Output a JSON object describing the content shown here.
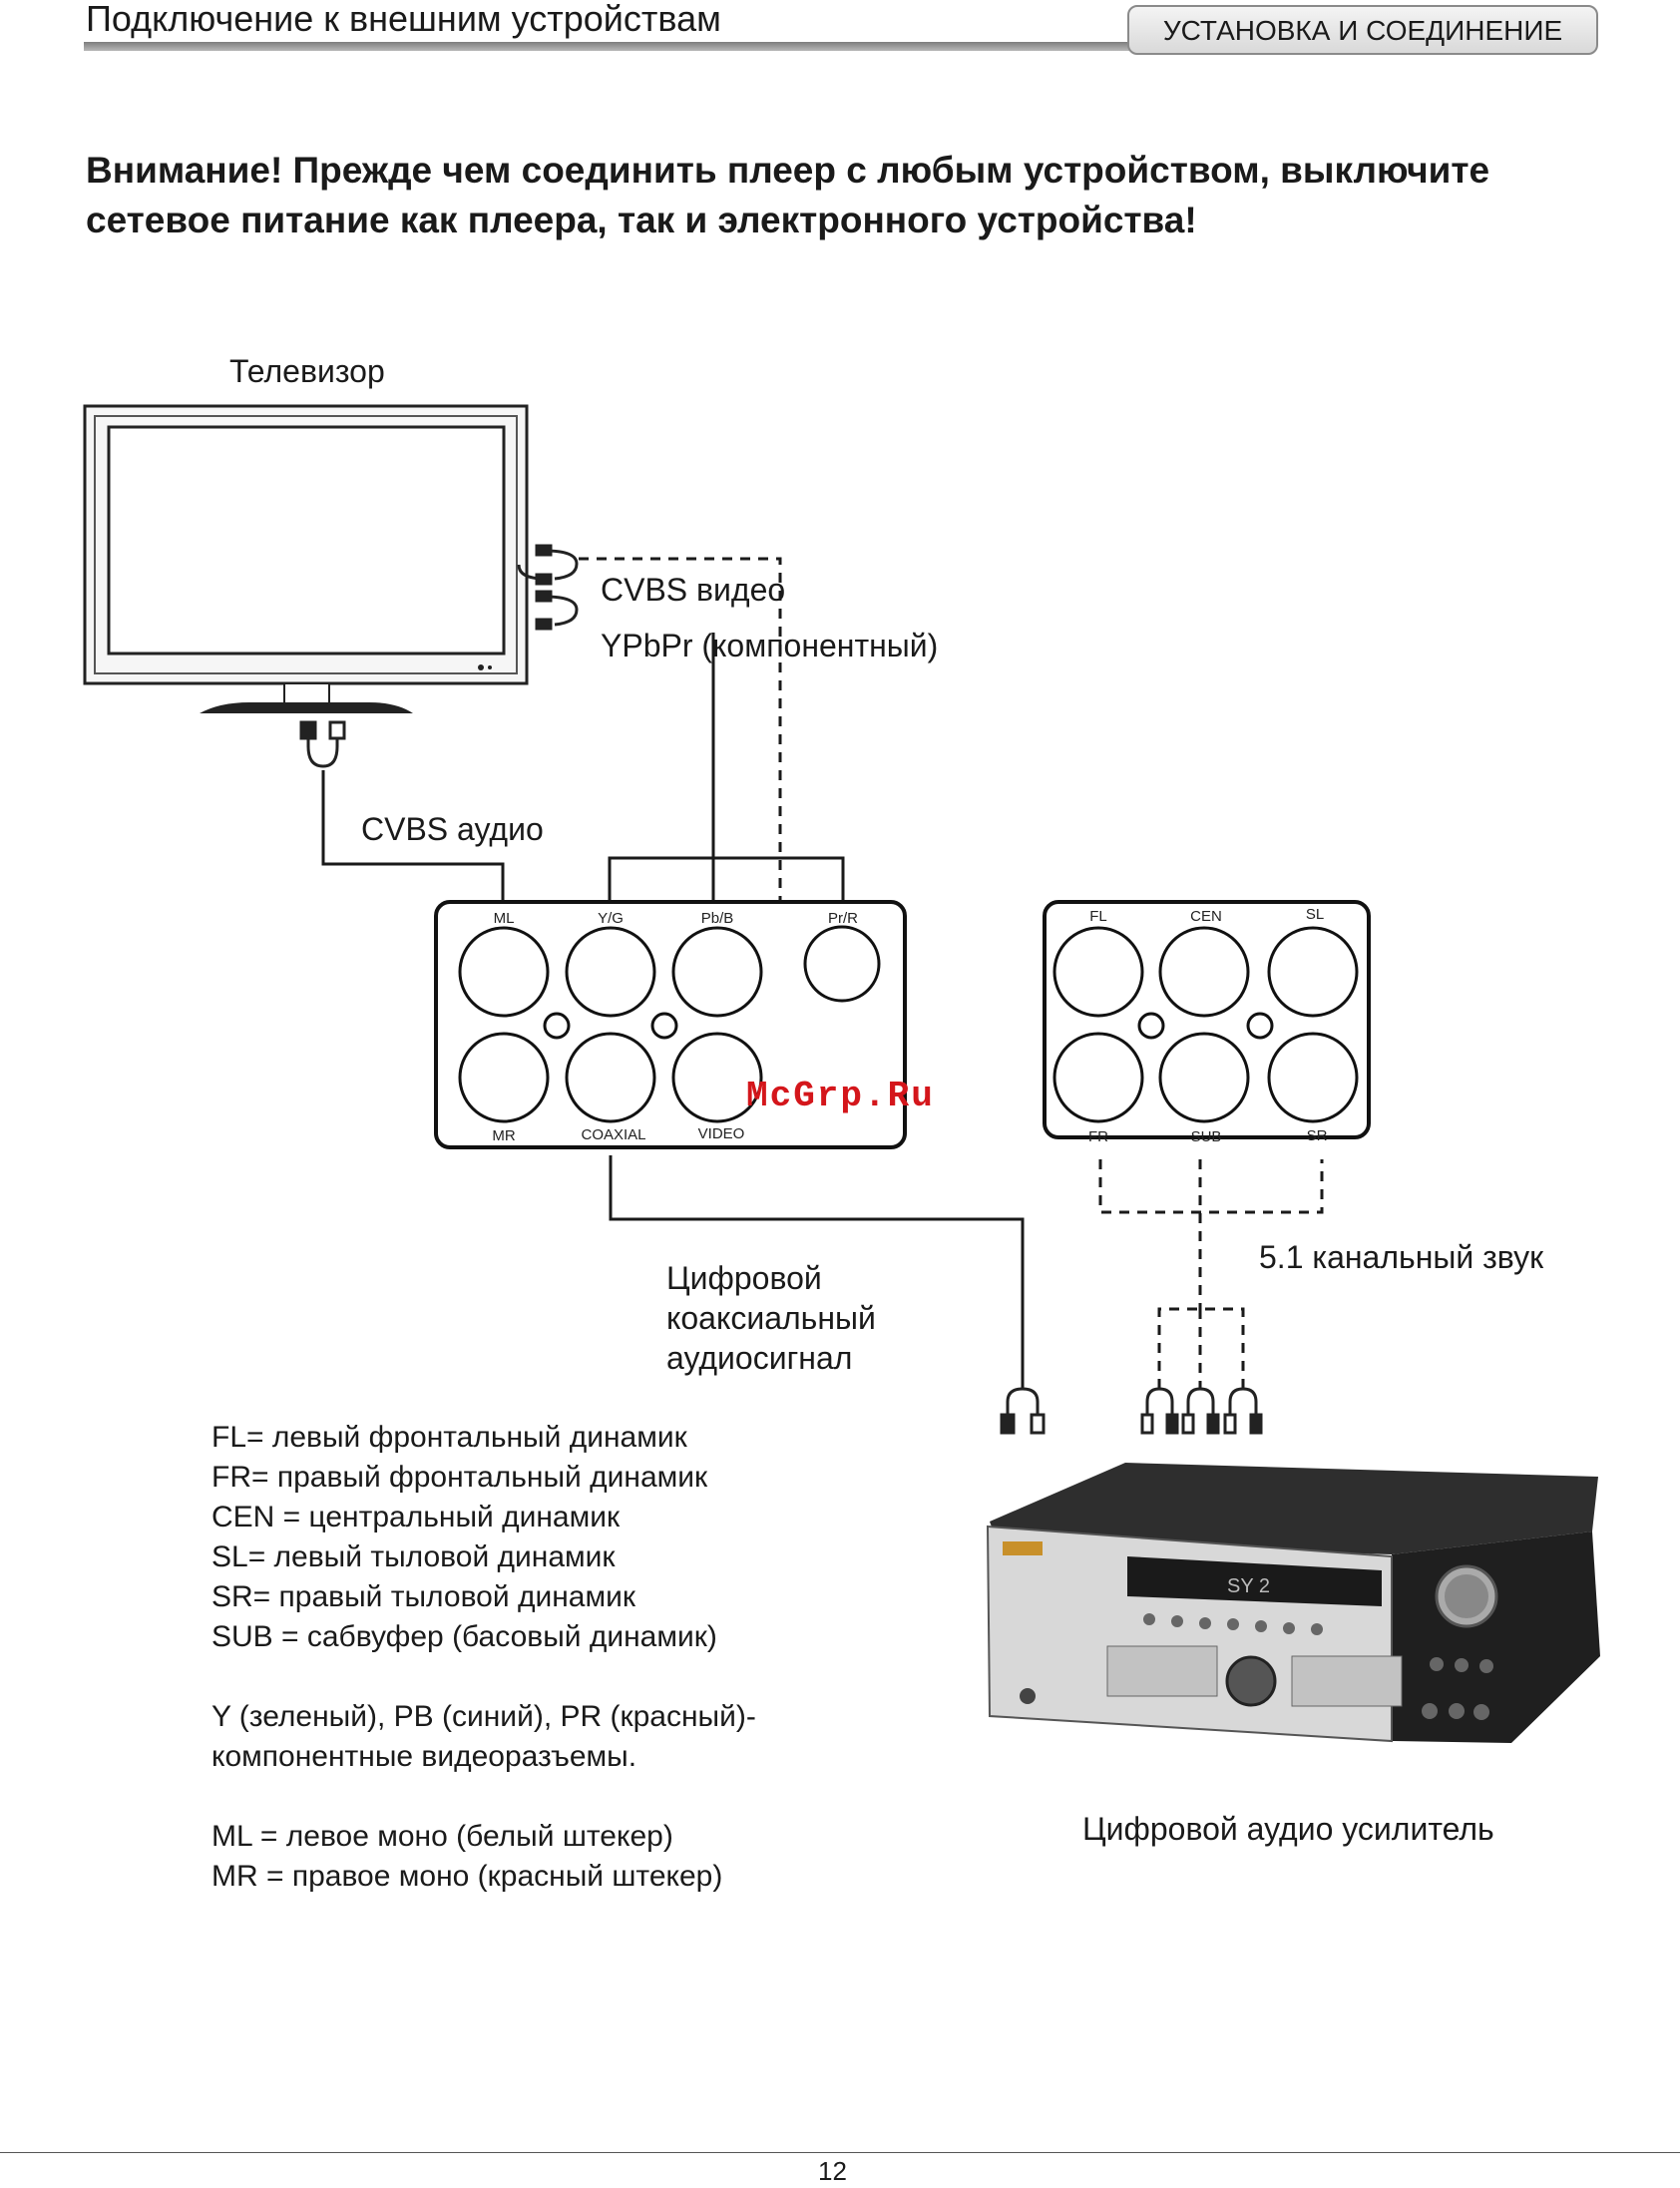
{
  "header": {
    "title": "Подключение к внешним устройствам",
    "section_tab": "УСТАНОВКА И СОЕДИНЕНИЕ"
  },
  "warning": "Внимание! Прежде чем соединить плеер с любым устройством, выключите сетевое питание как плеера, так и электронного устройства!",
  "diagram": {
    "tv_label": "Телевизор",
    "cvbs_video_label": "CVBS видео",
    "ypbpr_label": "YPbPr (компонентный)",
    "cvbs_audio_label": "CVBS аудио",
    "coaxial_label_lines": [
      "Цифровой",
      "коаксиальный",
      "аудиосигнал"
    ],
    "surround_label": "5.1 канальный звук",
    "amplifier_label": "Цифровой аудио усилитель",
    "left_panel_jacks": {
      "top": [
        "ML",
        "Y/G",
        "Pb/B",
        "Pr/R"
      ],
      "bottom": [
        "MR",
        "COAXIAL",
        "VIDEO"
      ]
    },
    "right_panel_jacks": {
      "top": [
        "FL",
        "CEN",
        "SL"
      ],
      "bottom": [
        "FR",
        "SUB",
        "SR"
      ]
    },
    "amplifier_display": "SY 2"
  },
  "legend": {
    "speakers": [
      "FL= левый фронтальный динамик",
      "FR= правый фронтальный динамик",
      "CEN = центральный динамик",
      "SL= левый тыловой динамик",
      "SR= правый тыловой динамик",
      "SUB = сабвуфер (басовый динамик)"
    ],
    "component": [
      "Y (зеленый), PB (синий), PR (красный)-",
      "компонентные видеоразъемы."
    ],
    "mono": [
      "ML = левое моно (белый штекер)",
      "MR = правое моно (красный штекер)"
    ]
  },
  "watermark": "McGrp.Ru",
  "page_number": "12",
  "colors": {
    "watermark": "#d4161b",
    "line": "#1a1a1a"
  }
}
